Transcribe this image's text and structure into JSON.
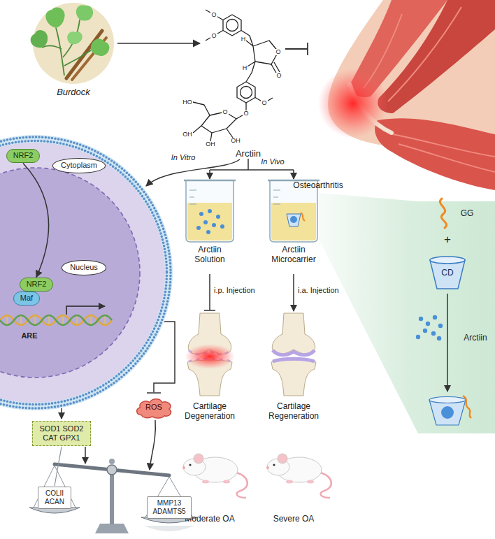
{
  "diagram": {
    "nodes": [
      {
        "text": [
          "NRF2"
        ]
      },
      {
        "text": [
          "Cytoplasm"
        ]
      },
      {
        "text": [
          "NRF2"
        ]
      },
      {
        "text": [
          "Maf"
        ]
      },
      {
        "text": [
          "Nucleus"
        ]
      },
      {
        "text": [
          "SOD1 SOD2 CAT GPX1"
        ]
      },
      {
        "text": [
          "ROS"
        ]
      },
      {
        "text": [
          "COLII ACAN"
        ]
      },
      {
        "text": [
          "MMP13 ADAMTS5"
        ]
      },
      {
        "text": [
          "CD"
        ]
      }
    ],
    "edges": [
      {
        "from": 0,
        "to": 2,
        "arrow": "to"
      },
      {
        "from": 5,
        "to": 7,
        "arrow": "none"
      }
    ],
    "labels": [
      "Burdock",
      "Arctiin",
      "Osteoarthritis",
      "In Vitro",
      "In Vivo",
      "ARE",
      "Arctiin Solution",
      "Arctiin Microcarrier",
      "GG",
      "+",
      "Arctiin",
      "i.p. Injection",
      "i.a. Injection",
      "Cartilage Degeneration",
      "Cartilage Regeneration",
      "Moderate OA",
      "Severe OA",
      "O",
      "O",
      "H",
      "H",
      "O",
      "O",
      "O",
      "O",
      "HO",
      "O",
      "OH",
      "OH",
      "OH"
    ]
  }
}
